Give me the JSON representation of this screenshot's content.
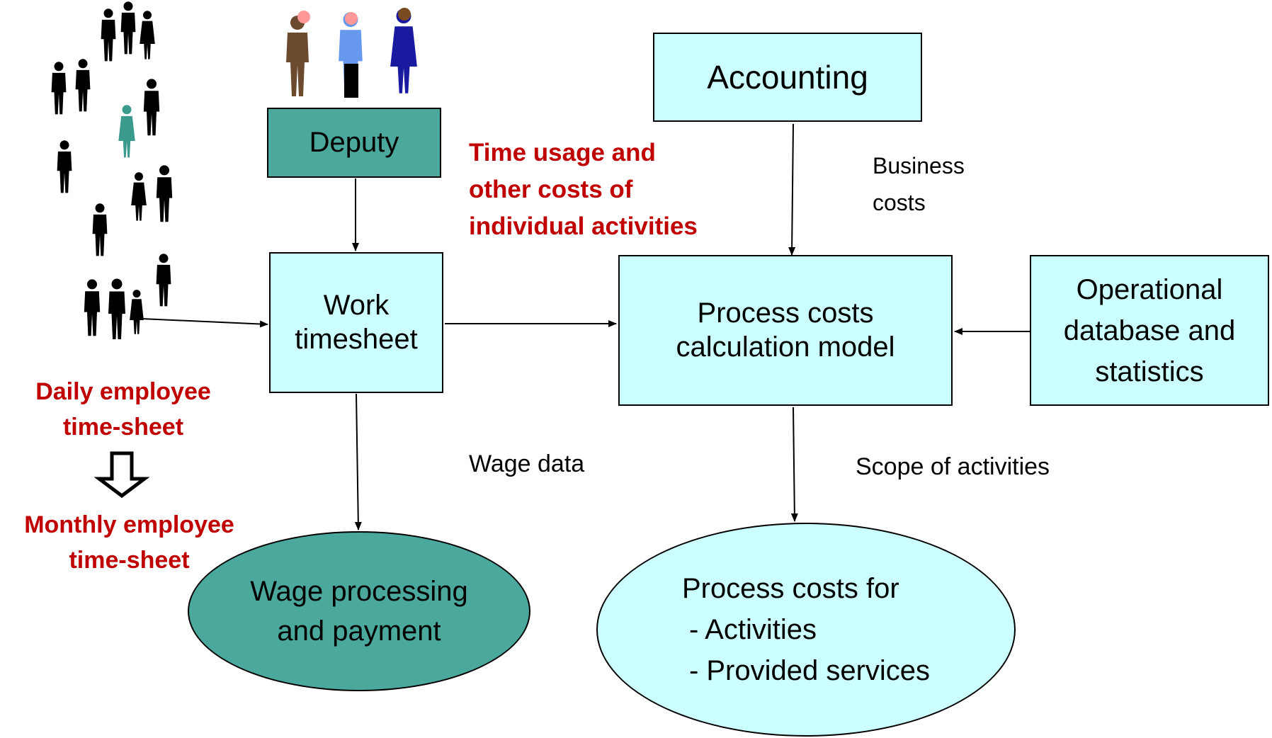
{
  "nodes": {
    "deputy": "Deputy",
    "work_timesheet": [
      "Work",
      "timesheet"
    ],
    "accounting": "Accounting",
    "process_model": [
      "Process costs",
      "calculation model"
    ],
    "operational_db": [
      "Operational",
      "database and",
      "statistics"
    ],
    "wage_processing": [
      "Wage processing",
      "and payment"
    ],
    "process_costs_for": [
      "Process costs for",
      "- Activities",
      "- Provided services"
    ]
  },
  "labels": {
    "time_usage": [
      "Time usage and",
      "other costs of",
      "individual activities"
    ],
    "business_costs": [
      "Business",
      "costs"
    ],
    "wage_data": "Wage data",
    "scope_of_activities": "Scope of activities",
    "daily_timesheet": [
      "Daily employee",
      "time-sheet"
    ],
    "monthly_timesheet": [
      "Monthly employee",
      "time-sheet"
    ]
  },
  "colors": {
    "box_fill": "#ccffff",
    "teal_fill": "#4aa89c",
    "highlight_text": "#c00000"
  },
  "icons": [
    "business-people-crowd-icon",
    "three-people-icon",
    "down-arrow-icon"
  ]
}
